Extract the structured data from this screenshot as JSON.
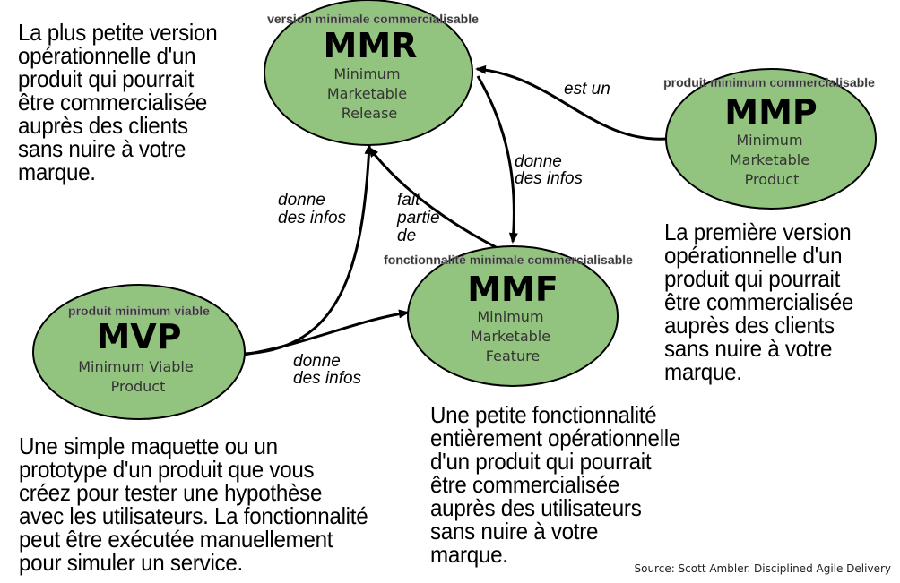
{
  "nodes": {
    "mmr": {
      "abbr": "MMR",
      "full": [
        "Minimum",
        "Marketable",
        "Release"
      ],
      "tag": "version minimale commercialisable"
    },
    "mmp": {
      "abbr": "MMP",
      "full": [
        "Minimum",
        "Marketable",
        "Product"
      ],
      "tag": "produit minimum commercialisable"
    },
    "mmf": {
      "abbr": "MMF",
      "full": [
        "Minimum",
        "Marketable",
        "Feature"
      ],
      "tag": "fonctionnalité minimale commercialisable"
    },
    "mvp": {
      "abbr": "MVP",
      "full": [
        "Minimum Viable",
        "Product"
      ],
      "tag": "produit minimum viable"
    }
  },
  "edges": {
    "mmp_mmr": [
      "est un"
    ],
    "mmr_mmf": [
      "donne",
      "des infos"
    ],
    "mmf_mmr": [
      "fait",
      "partie",
      "de"
    ],
    "mvp_mmr": [
      "donne",
      "des infos"
    ],
    "mvp_mmf": [
      "donne",
      "des infos"
    ]
  },
  "descriptions": {
    "mmr": [
      "La plus petite version",
      "opérationnelle d'un",
      "produit qui pourrait",
      "être commercialisée",
      "auprès des clients",
      "sans nuire à votre",
      "marque."
    ],
    "mmp": [
      "La première version",
      "opérationnelle d'un",
      "produit qui pourrait",
      "être commercialisée",
      "auprès des clients",
      "sans nuire à votre",
      "marque."
    ],
    "mmf": [
      "Une petite fonctionnalité",
      "entièrement opérationnelle",
      "d'un produit qui pourrait",
      "être commercialisée",
      "auprès des utilisateurs",
      "sans nuire à votre",
      "marque."
    ],
    "mvp": [
      "Une simple maquette ou un",
      "prototype d'un produit que vous",
      "créez pour tester une hypothèse",
      "avec les utilisateurs. La fonctionnalité",
      "peut être exécutée manuellement",
      "pour simuler un service."
    ]
  },
  "source": "Source: Scott Ambler. Disciplined Agile Delivery",
  "colors": {
    "node_fill": "#92c47f",
    "node_stroke": "#000000",
    "edge": "#000000"
  }
}
